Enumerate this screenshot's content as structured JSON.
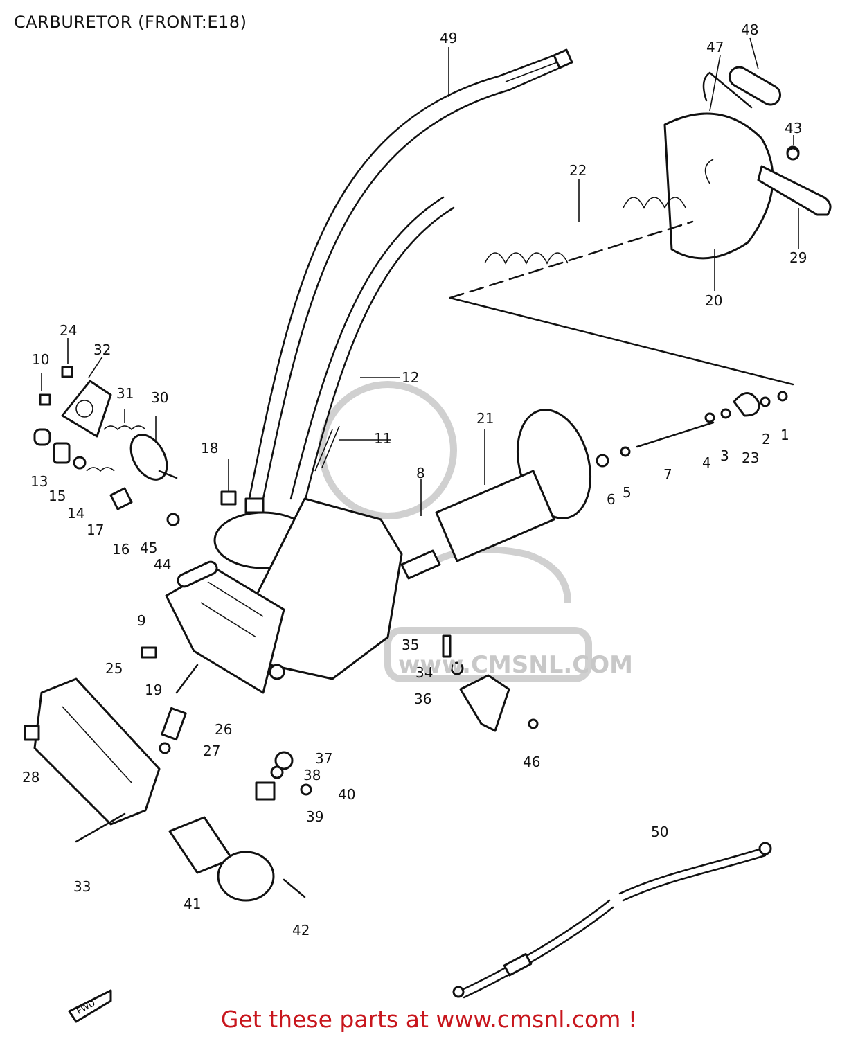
{
  "title": "CARBURETOR (FRONT:E18)",
  "footer": "Get these parts at www.cmsnl.com !",
  "watermark": "www.CMSNL.COM",
  "direction_marker": "FWD",
  "accent_color": "#c8161d",
  "callouts": [
    "1",
    "2",
    "3",
    "4",
    "5",
    "6",
    "7",
    "8",
    "9",
    "10",
    "11",
    "12",
    "13",
    "14",
    "15",
    "16",
    "17",
    "18",
    "19",
    "20",
    "21",
    "22",
    "23",
    "24",
    "25",
    "26",
    "27",
    "28",
    "29",
    "30",
    "31",
    "32",
    "33",
    "34",
    "35",
    "36",
    "37",
    "38",
    "39",
    "40",
    "41",
    "42",
    "43",
    "44",
    "45",
    "46",
    "47",
    "48",
    "49",
    "50"
  ]
}
